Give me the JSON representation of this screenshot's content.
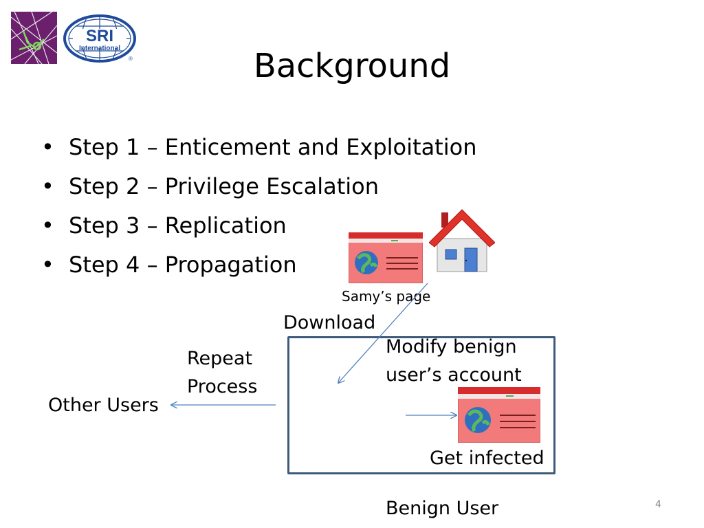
{
  "slide": {
    "title": "Background",
    "bullets": [
      "Step 1 – Enticement and Exploitation",
      "Step 2 – Privilege Escalation",
      "Step 3 – Replication",
      "Step 4 – Propagation"
    ],
    "bullet_symbol": "•",
    "page_number": "4"
  },
  "logos": {
    "sri_line1": "SRI",
    "sri_line2": "International",
    "sri_mark": "®"
  },
  "diagram": {
    "samys_page": "Samy’s page",
    "download": "Download",
    "modify_line1": "Modify benign",
    "modify_line2": "user’s account",
    "repeat_line1": "Repeat",
    "repeat_line2": "Process",
    "other_users": "Other Users",
    "get_infected": "Get infected",
    "benign_user": "Benign User"
  },
  "colors": {
    "arrow": "#4f81bd",
    "box_border": "#3e5a7a",
    "webpage_body": "#f27a7a",
    "webpage_bar": "#d62c2c",
    "house_roof": "#e0312a",
    "logo_purple": "#6b1f6d",
    "logo_blue": "#1f4b9a"
  },
  "icons": [
    "purple-logo-icon",
    "sri-logo-icon",
    "webpage-icon",
    "house-icon",
    "globe-icon"
  ]
}
